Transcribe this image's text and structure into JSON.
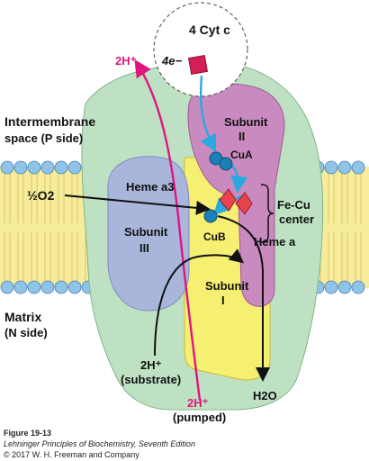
{
  "labels": {
    "cyt_c": "4 Cyt c",
    "electrons": "4e−",
    "proton_top": "2H⁺",
    "intermembrane_line1": "Intermembrane",
    "intermembrane_line2": "space (P side)",
    "subunit_ii_line1": "Subunit",
    "subunit_ii_line2": "II",
    "cu_a": "CuA",
    "heme_a3": "Heme a3",
    "fe_cu_line1": "Fe-Cu",
    "fe_cu_line2": "center",
    "half_o2": "½O2",
    "subunit_iii_line1": "Subunit",
    "subunit_iii_line2": "III",
    "cu_b": "CuB",
    "heme_a": "Heme a",
    "subunit_i_line1": "Subunit",
    "subunit_i_line2": "I",
    "matrix_line1": "Matrix",
    "matrix_line2": "(N side)",
    "substrate_h": "2H⁺",
    "substrate_word": "(substrate)",
    "pumped_h": "2H⁺",
    "pumped_word": "(pumped)",
    "water": "H2O"
  },
  "caption": {
    "figure": "Figure 19-13",
    "book": "Lehninger Principles of Biochemistry, Seventh Edition",
    "copyright": "© 2017 W. H. Freeman and Company"
  },
  "colors": {
    "membrane_band": "#f6ec9c",
    "lipid_head": "#8fc3e8",
    "complex_body": "#bfe1c3",
    "subunit_ii": "#c98ac0",
    "subunit_iii": "#a9b5db",
    "subunit_i": "#f5ef72",
    "heme": "#e8434f",
    "copper": "#1c7fb8",
    "electron_arrow": "#2aa8e2",
    "proton_pink": "#e0157f",
    "cyt_c_box": "#d41e56"
  }
}
